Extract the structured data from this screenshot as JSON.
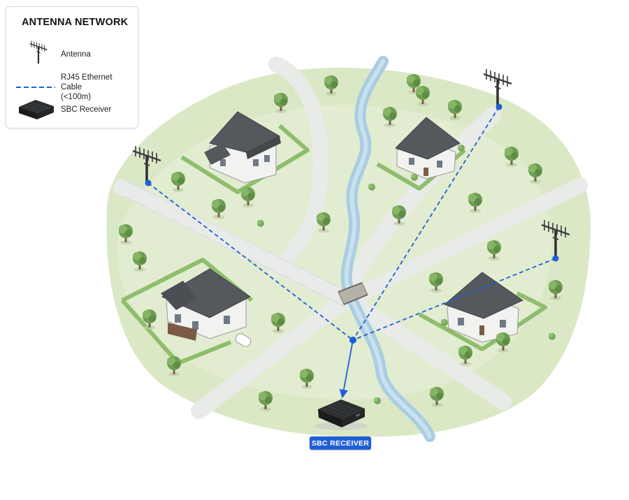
{
  "legend": {
    "title": "ANTENNA NETWORK",
    "items": [
      {
        "icon": "antenna-icon",
        "label": "Antenna"
      },
      {
        "icon": "dashed-cable-line",
        "label": "RJ45 Ethernet Cable\n(<100m)"
      },
      {
        "icon": "sbc-receiver-icon",
        "label": "SBC Receiver"
      }
    ]
  },
  "receiver": {
    "label": "SBC RECEIVER"
  },
  "colors": {
    "cable": "#1f5fd6",
    "node": "#1f5fd6",
    "grass": "#dbe8c6",
    "road": "#e9ebe8",
    "stream": "#a9cde2",
    "hedge": "#8fbd6e",
    "roof": "#55595e"
  }
}
